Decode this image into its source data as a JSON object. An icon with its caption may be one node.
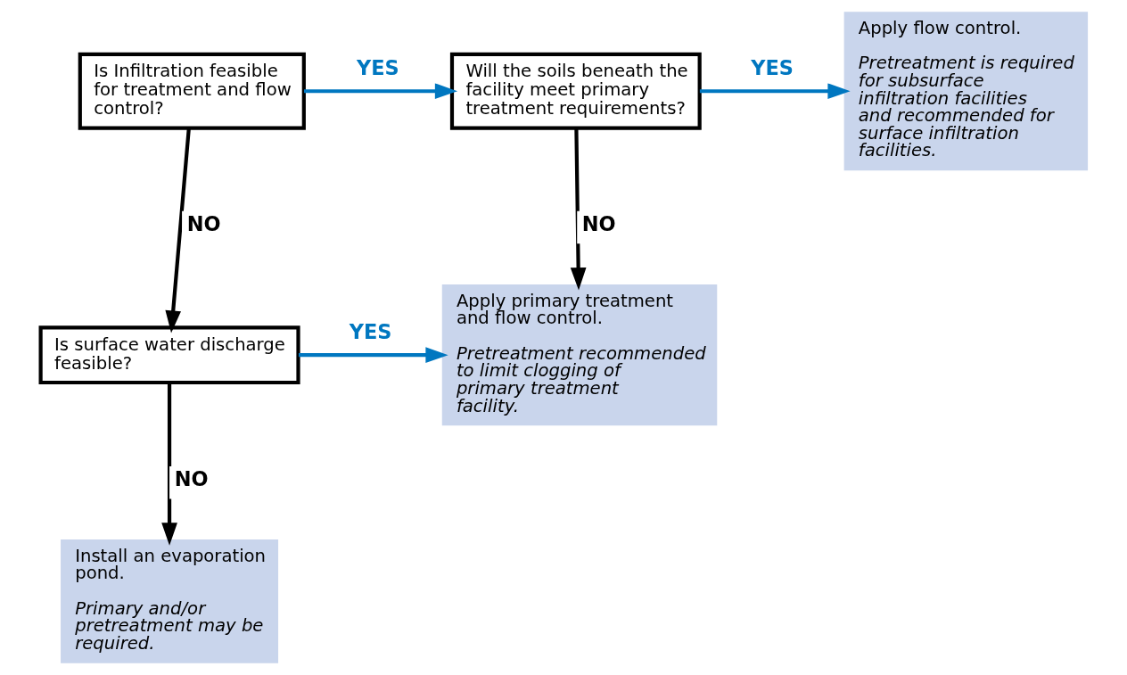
{
  "diagram": {
    "nodes": [
      {
        "text": [
          "Is Infiltration feasible for treatment and flow control?"
        ]
      },
      {
        "text": [
          "Will the soils beneath the facility meet primary treatment requirements?"
        ]
      },
      {
        "text": [
          "Apply flow control.",
          "Pretreatment is required for subsurface infiltration facilities and recommended for surface infiltration facilities."
        ]
      },
      {
        "text": [
          "Is surface water discharge feasible?"
        ]
      },
      {
        "text": [
          "Apply primary treatment and flow control.",
          "Pretreatment recommended to limit clogging of primary treatment facility."
        ]
      },
      {
        "text": [
          "Install an evaporation pond.",
          "Primary and/or pretreatment may be required."
        ]
      }
    ],
    "edges": [
      {
        "from": 0,
        "to": 1,
        "arrow": "to",
        "label": "YES",
        "color": "#0077c0"
      },
      {
        "from": 1,
        "to": 2,
        "arrow": "to",
        "label": "YES",
        "color": "#0077c0"
      },
      {
        "from": 0,
        "to": 3,
        "arrow": "to",
        "label": "NO",
        "color": "#000000"
      },
      {
        "from": 1,
        "to": 4,
        "arrow": "to",
        "label": "NO",
        "color": "#000000"
      },
      {
        "from": 3,
        "to": 4,
        "arrow": "to",
        "label": "YES",
        "color": "#0077c0"
      },
      {
        "from": 3,
        "to": 5,
        "arrow": "to",
        "label": "NO",
        "color": "#000000"
      }
    ]
  }
}
